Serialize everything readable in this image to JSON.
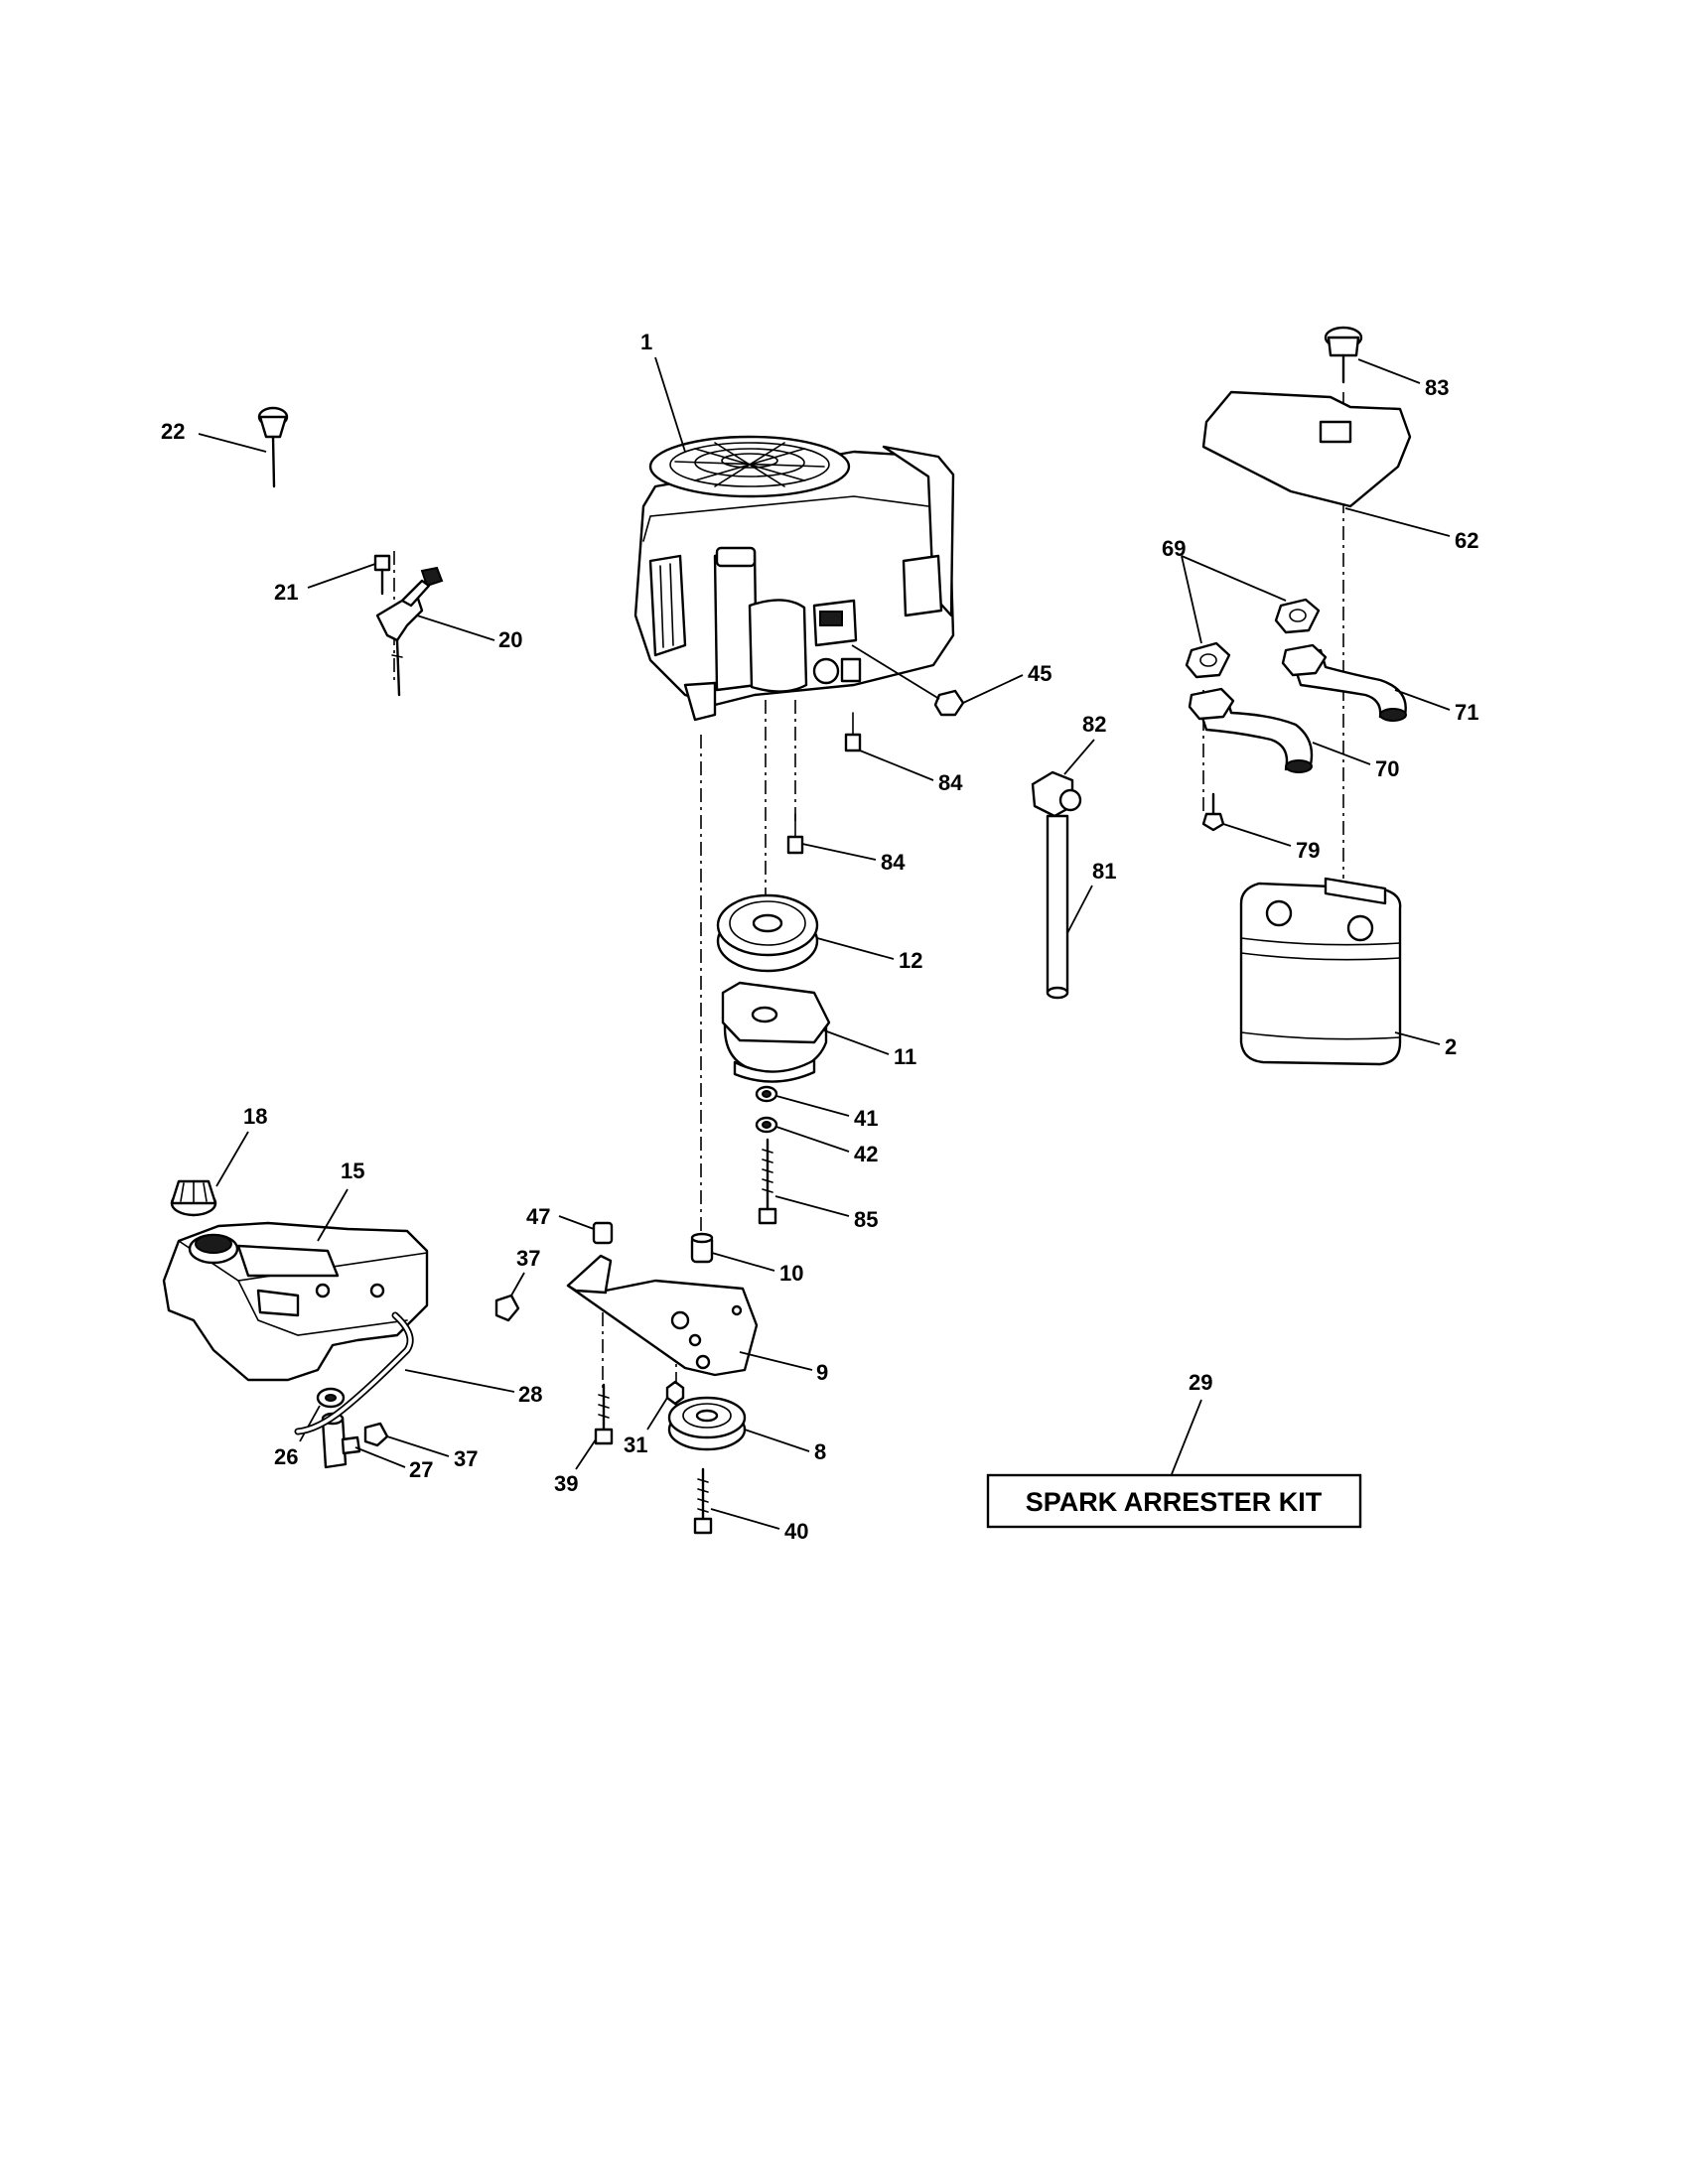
{
  "callouts": {
    "p1": "1",
    "p2": "2",
    "p8": "8",
    "p9": "9",
    "p10": "10",
    "p11": "11",
    "p12": "12",
    "p15": "15",
    "p18": "18",
    "p20": "20",
    "p21": "21",
    "p22": "22",
    "p26": "26",
    "p27": "27",
    "p28": "28",
    "p29": "29",
    "p31": "31",
    "p37a": "37",
    "p37b": "37",
    "p39": "39",
    "p40": "40",
    "p41": "41",
    "p42": "42",
    "p45": "45",
    "p47": "47",
    "p62": "62",
    "p69": "69",
    "p70": "70",
    "p71": "71",
    "p79": "79",
    "p81": "81",
    "p82": "82",
    "p83": "83",
    "p84a": "84",
    "p84b": "84",
    "p85": "85"
  },
  "kit": {
    "label": "SPARK ARRESTER KIT"
  }
}
